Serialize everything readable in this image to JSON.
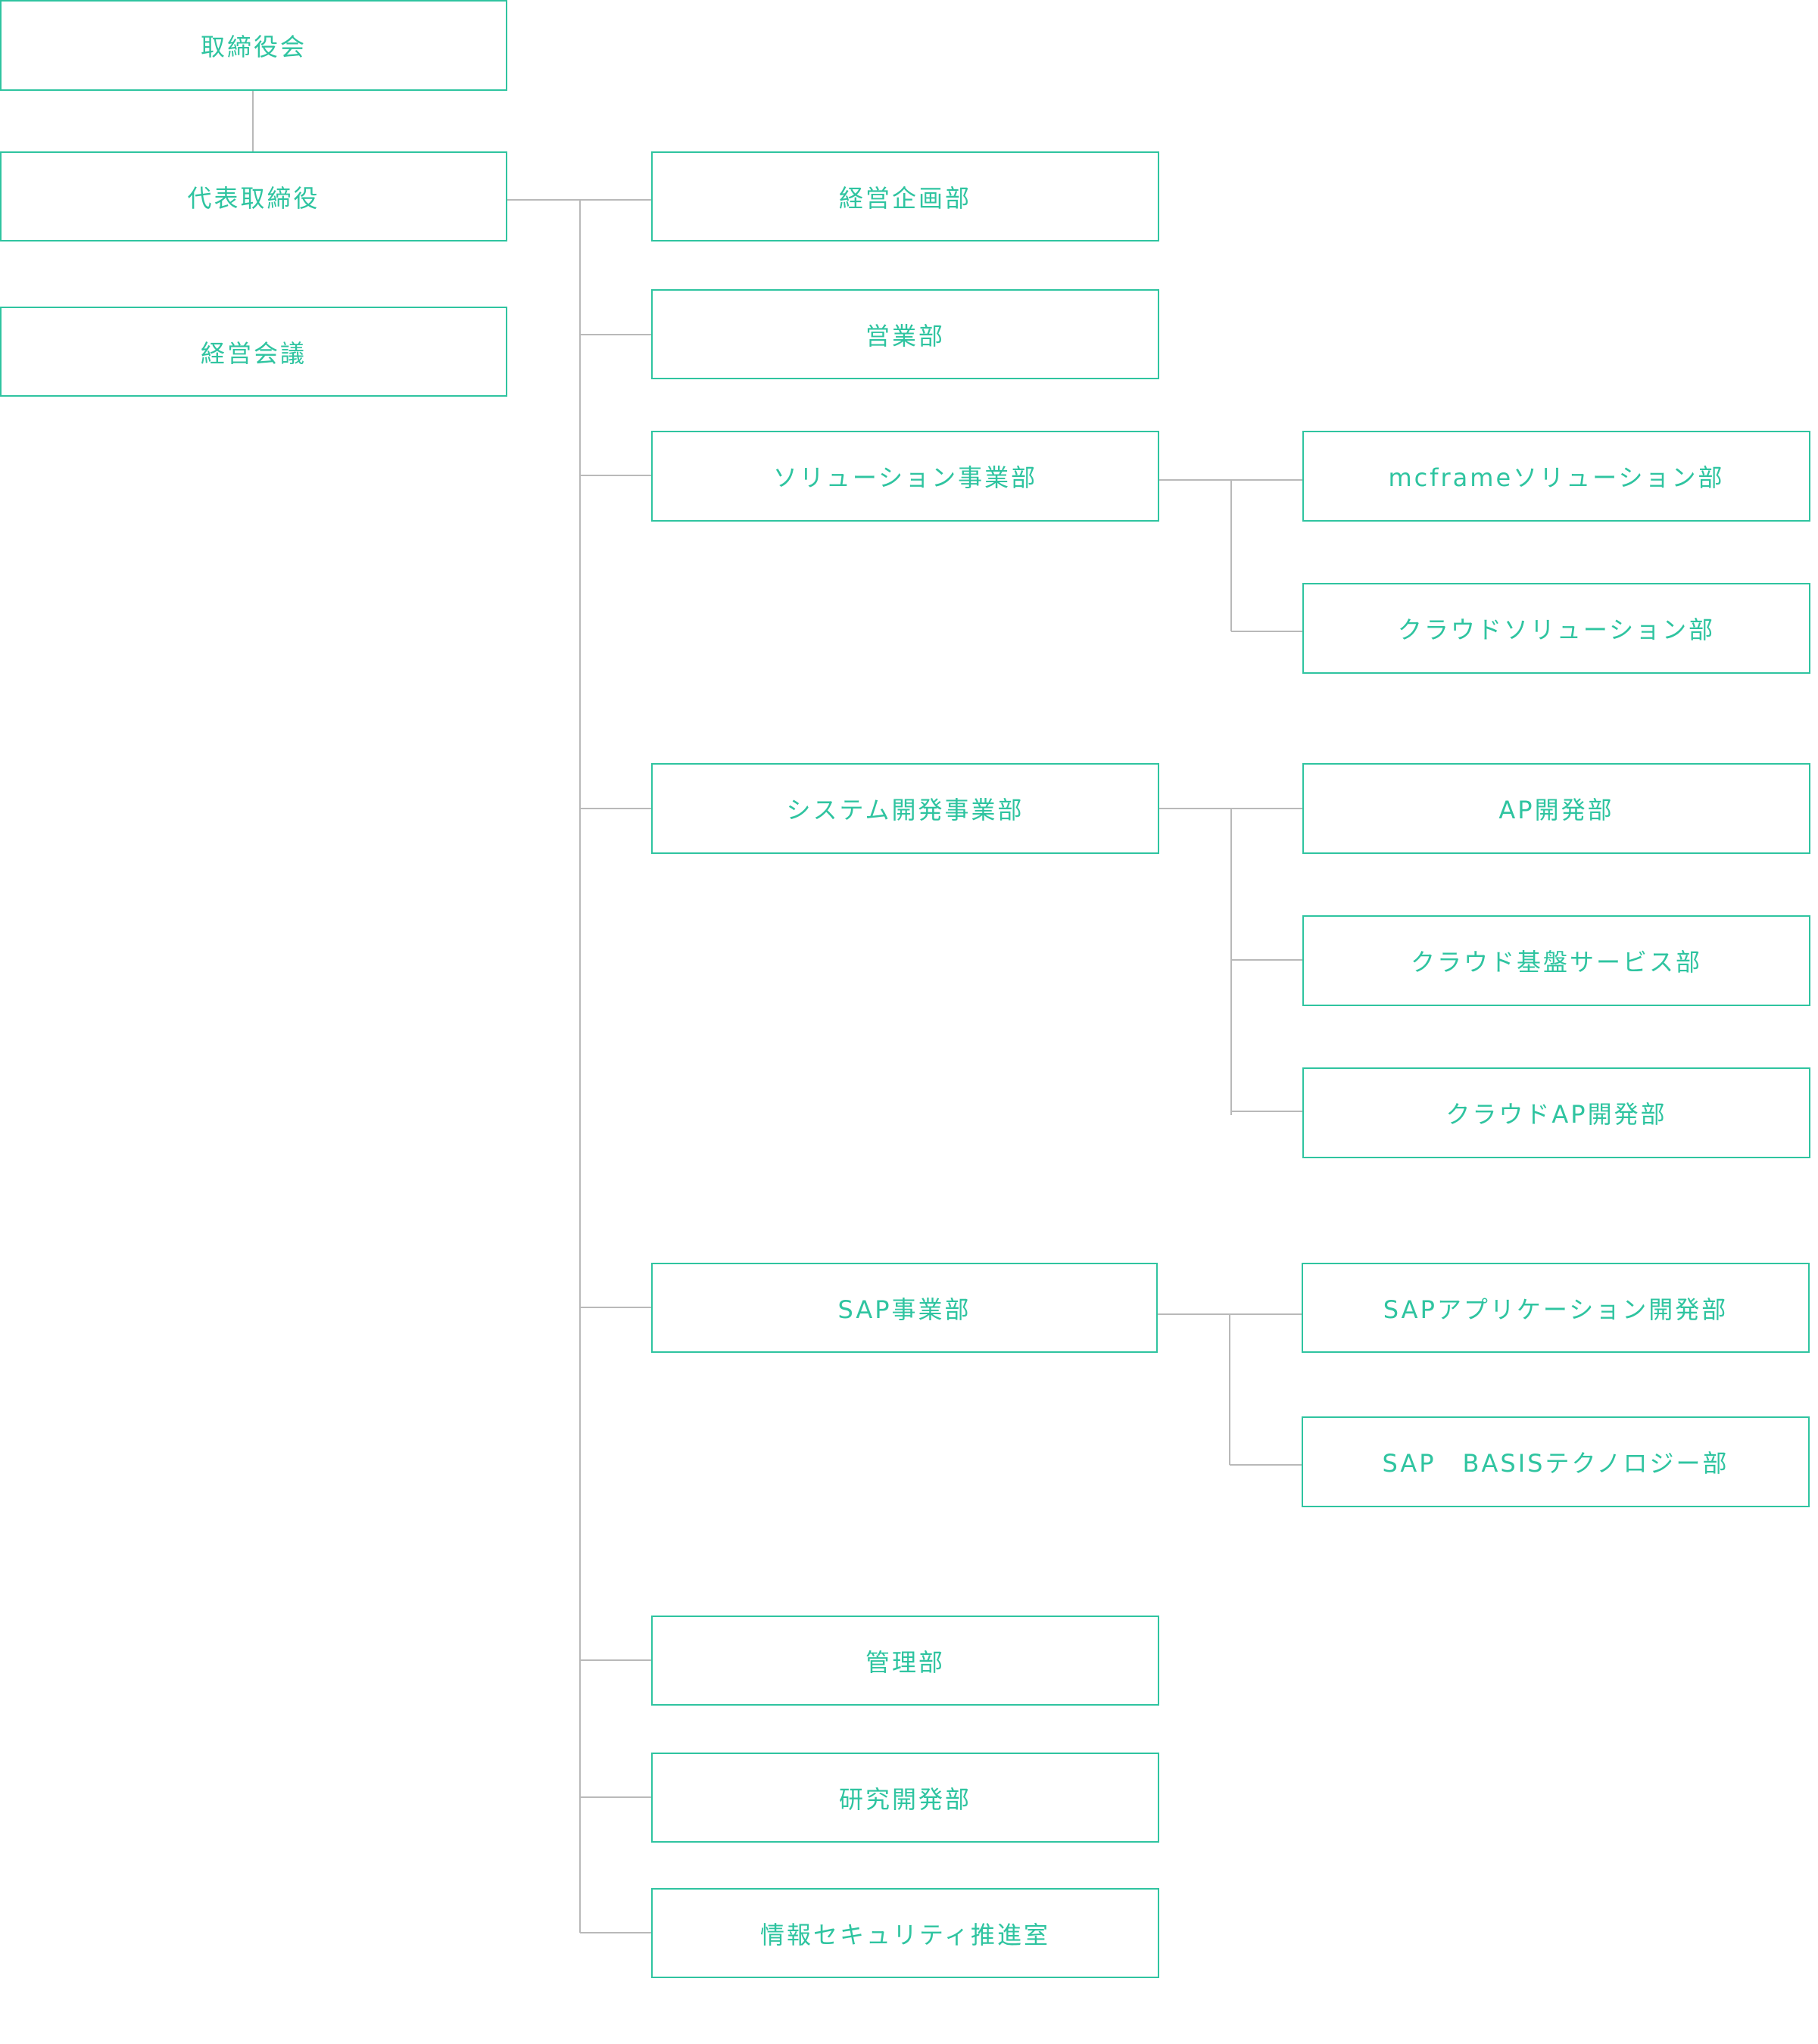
{
  "colors": {
    "box_border": "#2fc4a0",
    "box_text": "#2fc4a0",
    "connector": "#b9b9b9"
  },
  "org": {
    "board": "取締役会",
    "president": "代表取締役",
    "management_meeting": "経営会議",
    "departments": {
      "corporate_planning": "経営企画部",
      "sales": "営業部",
      "solutions_division": "ソリューション事業部",
      "system_dev_division": "システム開発事業部",
      "sap_division": "SAP事業部",
      "administration": "管理部",
      "rnd": "研究開発部",
      "infosec_office": "情報セキュリティ推進室"
    },
    "sub_departments": {
      "mcframe_solutions": "mcframeソリューション部",
      "cloud_solutions": "クラウドソリューション部",
      "ap_dev": "AP開発部",
      "cloud_infra_services": "クラウド基盤サービス部",
      "cloud_ap_dev": "クラウドAP開発部",
      "sap_app_dev": "SAPアプリケーション開発部",
      "sap_basis_tech": "SAP　BASISテクノロジー部"
    }
  }
}
